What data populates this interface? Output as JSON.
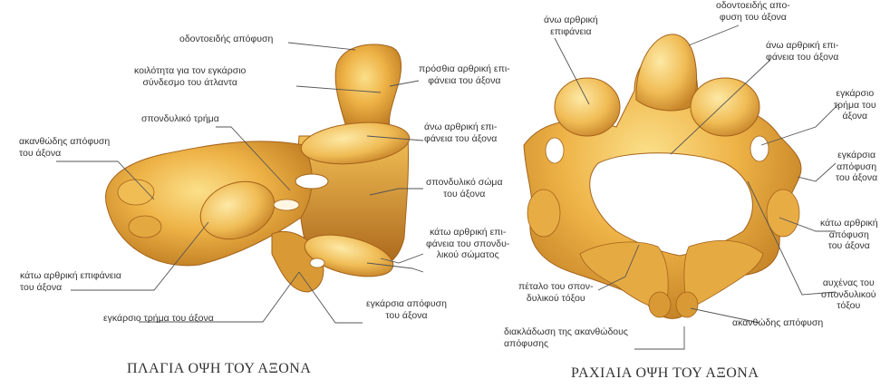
{
  "left_view": {
    "caption": "ΠΛΑΓΙΑ ΟΨΗ ΤΟΥ ΑΞΟΝΑ",
    "labels": {
      "odontoid": "οδοντοειδής απόφυση",
      "transverse_ligament_cavity": "κοιλότητα για τον εγκάρσιο\nσύνδεσμο του άτλαντα",
      "anterior_articular": "πρόσθια αρθρική επι-\nφάνεια του άξονα",
      "vertebral_notch": "σπονδυλικό τρήμα",
      "superior_articular": "άνω αρθρική επι-\nφάνεια του άξονα",
      "spinous_process": "ακανθώδης απόφυση\nτου άξονα",
      "vertebral_body": "σπονδυλικό σώμα\nτου άξονα",
      "inferior_articular_body": "κάτω αρθρική επι-\nφάνεια του σπονδυ-\nλικού σώματος",
      "inferior_articular": "κάτω αρθρική επιφάνεια\nτου άξονα",
      "transverse_process": "εγκάρσια απόφυση\nτου άξονα",
      "transverse_foramen": "εγκάρσιο τρήμα του άξονα"
    }
  },
  "right_view": {
    "caption": "ΡΑΧΙΑΙΑ ΟΨΗ ΤΟΥ ΑΞΟΝΑ",
    "labels": {
      "superior_articular_short": "άνω αρθρική\nεπιφάνεια",
      "odontoid": "οδοντοειδής απο-\nφυση του άξονα",
      "superior_articular": "άνω αρθρική επι-\nφάνεια του άξονα",
      "transverse_foramen": "εγκάρσιο\nτρήμα του\nάξονα",
      "transverse_process": "εγκάρσια\nαπόφυση\nτου άξονα",
      "inferior_articular": "κάτω αρθρική\nαπόφυση\nτου άξονα",
      "pedicle": "αυχένας του\nσπονδυλικού\nτόξου",
      "lamina": "πέταλο του σπον-\nδυλικού τόξου",
      "spinous_process": "ακανθώδης απόφυση",
      "spinous_bifurcation": "διακλάδωση της ακανθώδους\nαπόφυσης"
    }
  },
  "colors": {
    "bone_light": "#f6c75a",
    "bone_mid": "#e0a038",
    "bone_dark": "#b06a18",
    "leader": "#555555"
  }
}
